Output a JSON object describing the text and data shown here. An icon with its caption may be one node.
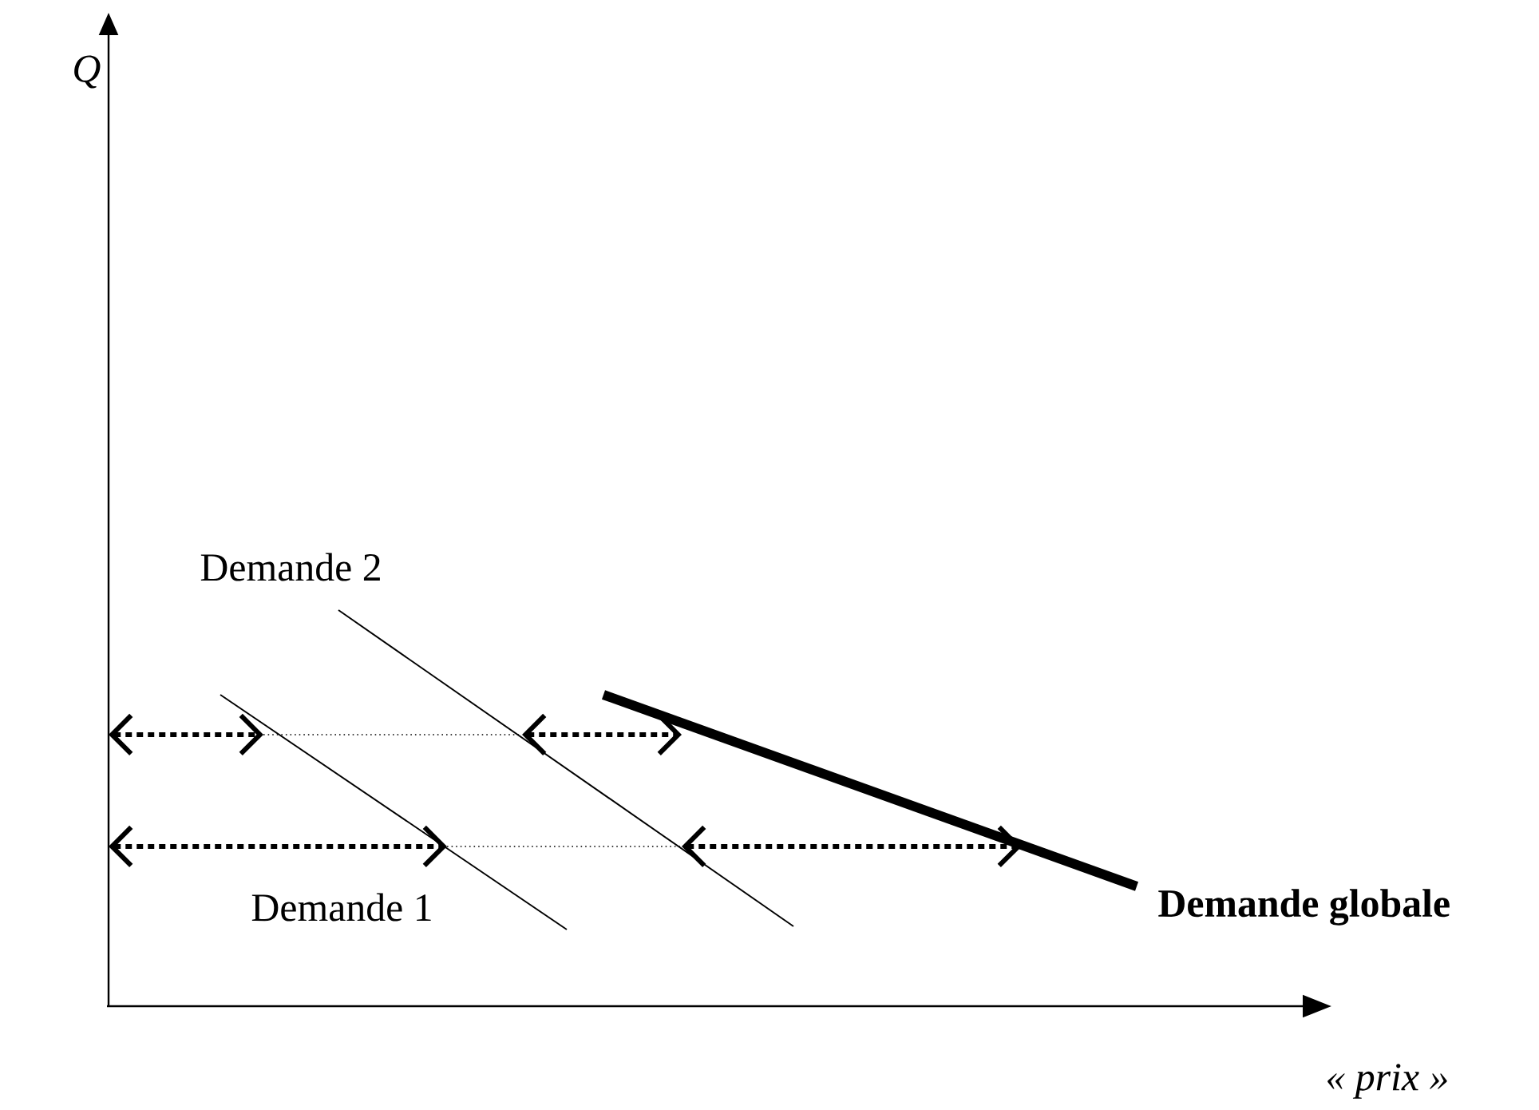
{
  "diagram": {
    "labels": [
      "Q",
      "Demande 2",
      "Demande 1",
      "Demande globale",
      "« prix »"
    ]
  }
}
